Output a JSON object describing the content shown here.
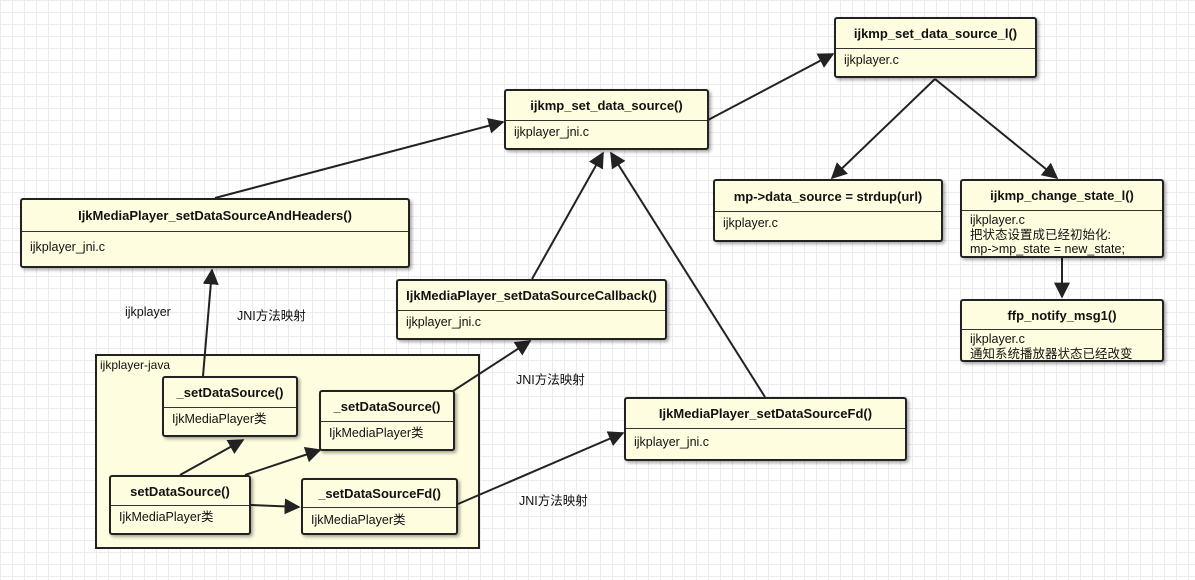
{
  "package": {
    "title": "ijkplayer-java"
  },
  "nodes": {
    "set_data_source_l": {
      "title": "ijkmp_set_data_source_l()",
      "lines": [
        "ijkplayer.c"
      ]
    },
    "set_data_source": {
      "title": "ijkmp_set_data_source()",
      "lines": [
        "ijkplayer_jni.c"
      ]
    },
    "strdup": {
      "title": "mp->data_source = strdup(url)",
      "lines": [
        "ijkplayer.c"
      ]
    },
    "change_state": {
      "title": "ijkmp_change_state_l()",
      "lines": [
        "ijkplayer.c",
        "把状态设置成已经初始化:",
        "mp->mp_state = new_state;"
      ]
    },
    "notify_msg1": {
      "title": "ffp_notify_msg1()",
      "lines": [
        "ijkplayer.c",
        "通知系统播放器状态已经改变"
      ]
    },
    "jni_headers": {
      "title": "IjkMediaPlayer_setDataSourceAndHeaders()",
      "lines": [
        "ijkplayer_jni.c"
      ]
    },
    "jni_callback": {
      "title": "IjkMediaPlayer_setDataSourceCallback()",
      "lines": [
        "ijkplayer_jni.c"
      ]
    },
    "jni_fd": {
      "title": "IjkMediaPlayer_setDataSourceFd()",
      "lines": [
        "ijkplayer_jni.c"
      ]
    },
    "java_setds_1": {
      "title": "_setDataSource()",
      "lines": [
        "IjkMediaPlayer类"
      ]
    },
    "java_setds_2": {
      "title": "_setDataSource()",
      "lines": [
        "IjkMediaPlayer类"
      ]
    },
    "java_setds_fd": {
      "title": "_setDataSourceFd()",
      "lines": [
        "IjkMediaPlayer类"
      ]
    },
    "java_main": {
      "title": "setDataSource()",
      "lines": [
        "IjkMediaPlayer类"
      ]
    }
  },
  "labels": {
    "ijkplayer": "ijkplayer",
    "jni_map_1": "JNI方法映射",
    "jni_map_2": "JNI方法映射",
    "jni_map_3": "JNI方法映射"
  }
}
